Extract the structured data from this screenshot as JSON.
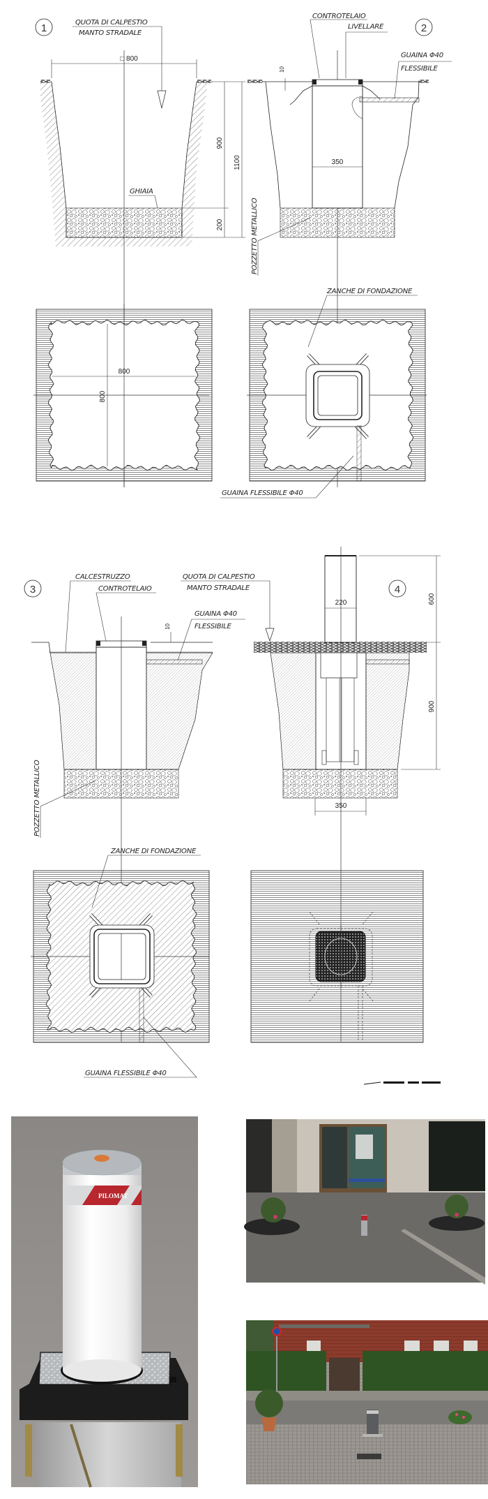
{
  "drawing1": {
    "number": "1",
    "level_label_1": "QUOTA DI CALPESTIO",
    "level_label_2": "MANTO STRADALE",
    "width_dim": "□ 800",
    "depth_dim": "900",
    "total_dim": "1100",
    "gravel_dim": "200",
    "gravel_label": "GHIAIA"
  },
  "drawing2": {
    "number": "2",
    "frame_label": "CONTROTELAIO",
    "level_label": "LIVELLARE",
    "sheath_label_1": "GUAINA Φ40",
    "sheath_label_2": "FLESSIBILE",
    "offset_dim": "10",
    "box_dim": "350",
    "box_label": "POZZETTO METALLICO"
  },
  "plan1": {
    "width_dim": "800",
    "height_dim": "800"
  },
  "plan2": {
    "anchor_label": "ZANCHE DI FONDAZIONE",
    "sheath_label": "GUAINA FLESSIBILE Φ40"
  },
  "drawing3": {
    "number": "3",
    "concrete_label": "CALCESTRUZZO",
    "frame_label": "CONTROTELAIO",
    "sheath_label_1": "GUAINA Φ40",
    "sheath_label_2": "FLESSIBILE",
    "offset_dim": "10",
    "box_label": "POZZETTO METALLICO"
  },
  "drawing4": {
    "number": "4",
    "level_label_1": "QUOTA DI CALPESTIO",
    "level_label_2": "MANTO STRADALE",
    "bollard_dim": "220",
    "height_above_dim": "600",
    "depth_dim": "900",
    "box_dim": "350"
  },
  "plan3": {
    "anchor_label": "ZANCHE DI FONDAZIONE",
    "sheath_label": "GUAINA FLESSIBILE Φ40"
  },
  "photos": {
    "product_brand": "PILOMAT",
    "colors": {
      "band_red": "#b8262e",
      "backdrop": "#8e8a87"
    }
  }
}
